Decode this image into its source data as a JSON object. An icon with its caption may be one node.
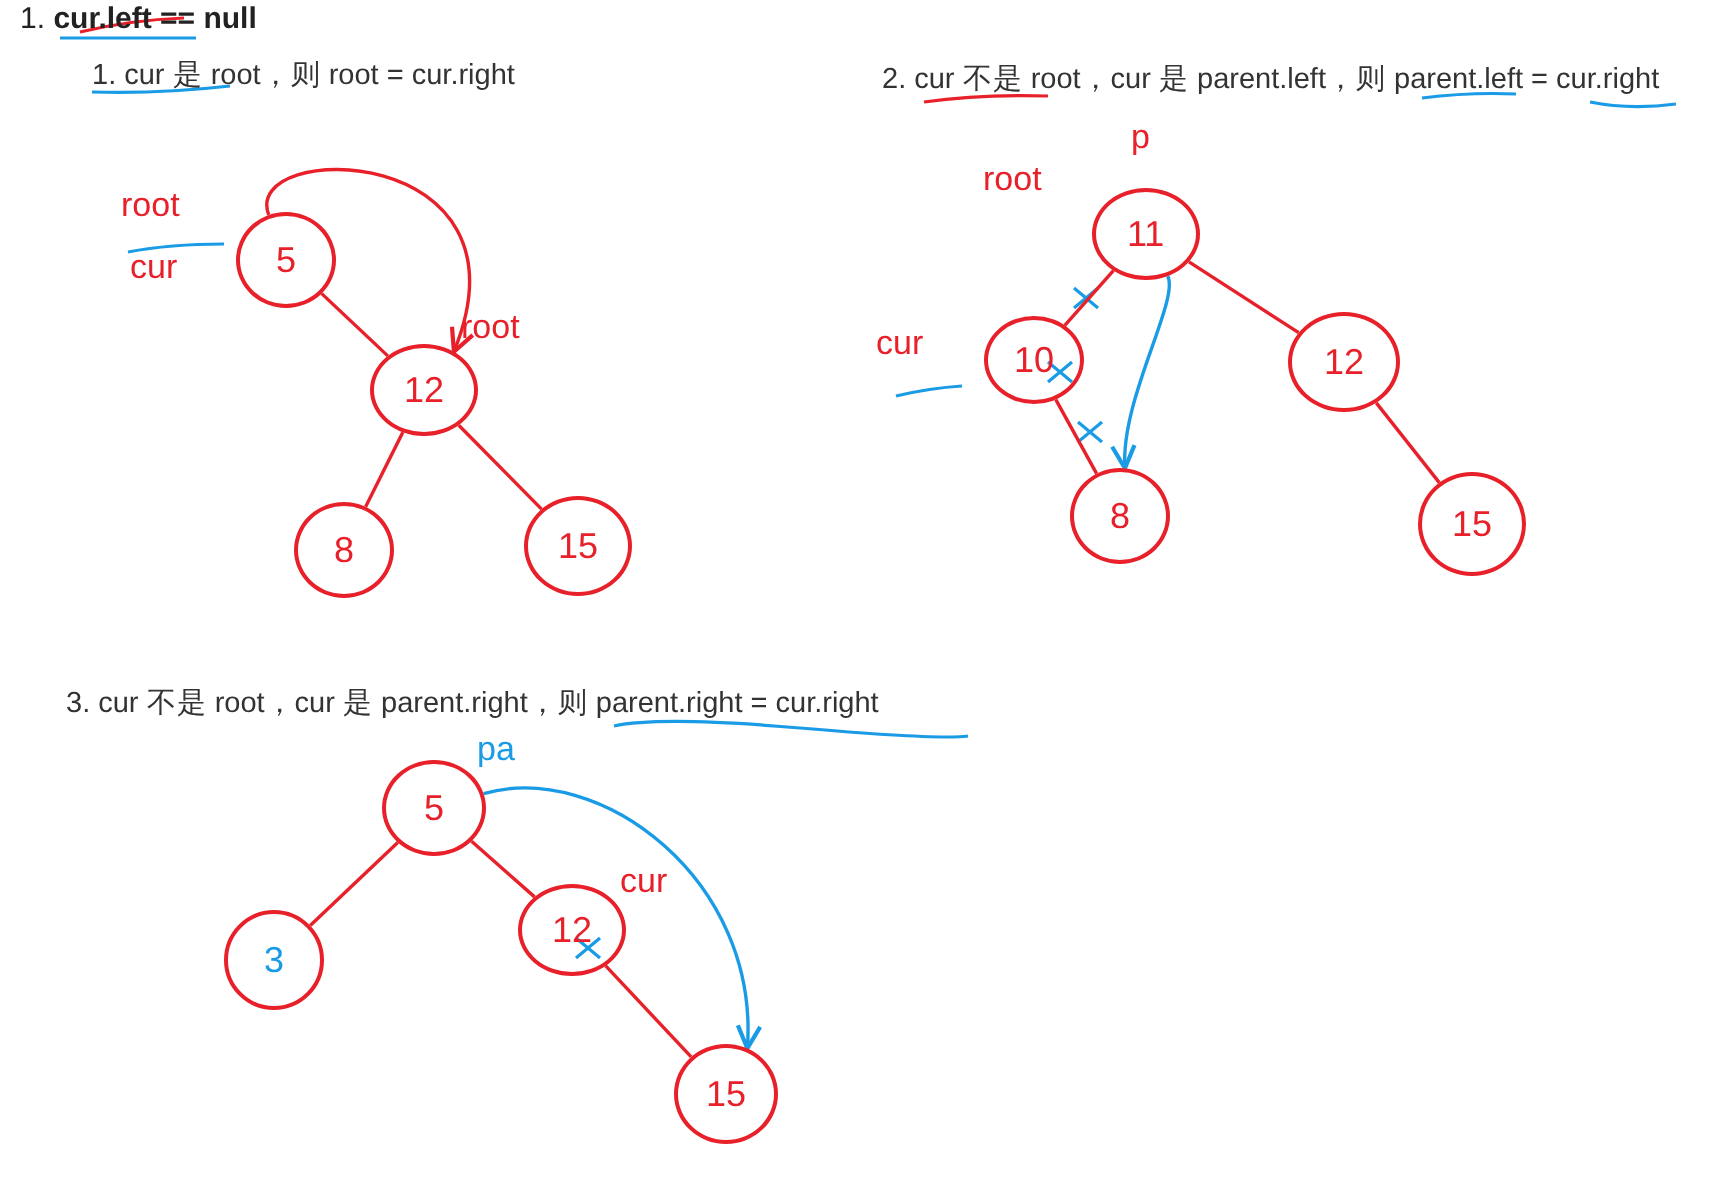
{
  "diagram": {
    "title": "1. **cur.left == null**",
    "nodes": [
      {
        "text": [
          "5"
        ],
        "beside": [
          "root",
          "cur"
        ]
      },
      {
        "text": [
          "12"
        ],
        "beside": [
          "root"
        ]
      },
      {
        "text": [
          "8"
        ]
      },
      {
        "text": [
          "15"
        ]
      },
      {
        "text": [
          "11"
        ],
        "beside": [
          "p",
          "root"
        ]
      },
      {
        "text": [
          "10"
        ],
        "beside": [
          "cur"
        ]
      },
      {
        "text": [
          "12"
        ]
      },
      {
        "text": [
          "8"
        ]
      },
      {
        "text": [
          "15"
        ]
      },
      {
        "text": [
          "5"
        ],
        "beside": [
          "pa"
        ]
      },
      {
        "text": [
          "3"
        ]
      },
      {
        "text": [
          "12"
        ],
        "beside": [
          "cur"
        ]
      },
      {
        "text": [
          "15"
        ]
      }
    ],
    "edges": [
      {
        "from": 0,
        "to": 1,
        "arrow": "none"
      },
      {
        "from": 1,
        "to": 2,
        "arrow": "none"
      },
      {
        "from": 1,
        "to": 3,
        "arrow": "none"
      },
      {
        "from": 0,
        "to": 1,
        "arrow": "to"
      },
      {
        "from": 4,
        "to": 5,
        "arrow": "none"
      },
      {
        "from": 5,
        "to": 7,
        "arrow": "none"
      },
      {
        "from": 4,
        "to": 6,
        "arrow": "none"
      },
      {
        "from": 6,
        "to": 8,
        "arrow": "none"
      },
      {
        "from": 4,
        "to": 7,
        "arrow": "to",
        "color": "#1a9be6"
      },
      {
        "from": 9,
        "to": 10,
        "arrow": "none"
      },
      {
        "from": 9,
        "to": 11,
        "arrow": "none"
      },
      {
        "from": 11,
        "to": 12,
        "arrow": "none"
      },
      {
        "from": 9,
        "to": 12,
        "arrow": "to",
        "color": "#1a9be6"
      }
    ],
    "labels": [
      "1. cur 是 root，则 root = cur.right",
      "2. cur 不是 root，cur 是 parent.left，则 parent.left = cur.right",
      "3. cur 不是 root，cur 是 parent.right，则 parent.right = cur.right"
    ]
  }
}
